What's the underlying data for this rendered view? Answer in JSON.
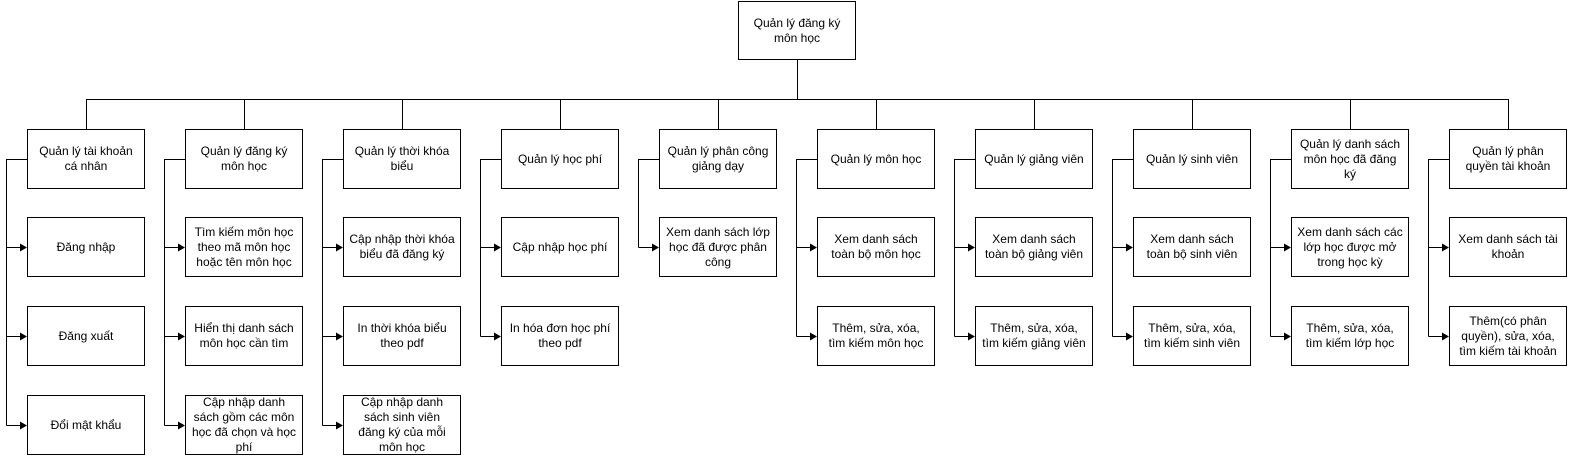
{
  "root": {
    "label": "Quản lý đăng ký môn học"
  },
  "columns": [
    {
      "header": "Quản lý tài khoản cá nhân",
      "children": [
        "Đăng nhập",
        "Đăng xuất",
        "Đổi mật khẩu"
      ]
    },
    {
      "header": "Quản lý đăng ký môn học",
      "children": [
        "Tìm kiếm môn học theo mã môn học hoặc tên môn học",
        "Hiển thị danh sách môn học cần tìm",
        "Cập nhập danh sách gồm các môn học đã chọn và học phí"
      ]
    },
    {
      "header": "Quản lý thời khóa biểu",
      "children": [
        "Cập nhập thời khóa biểu đã đăng ký",
        "In thời khóa biểu theo pdf",
        "Cập nhập danh sách sinh viên đăng ký của mỗi môn học"
      ]
    },
    {
      "header": "Quản lý học phí",
      "children": [
        "Cập nhập học phí",
        "In hóa đơn học phí theo pdf"
      ]
    },
    {
      "header": "Quản lý phân công giảng dạy",
      "children": [
        "Xem danh sách lớp học đã được phân công"
      ]
    },
    {
      "header": "Quản lý môn học",
      "children": [
        "Xem danh sách toàn bộ môn học",
        "Thêm, sửa, xóa, tìm kiếm môn học"
      ]
    },
    {
      "header": "Quản lý giảng viên",
      "children": [
        "Xem danh sách toàn bộ giảng viên",
        "Thêm, sửa, xóa, tìm kiếm giảng viên"
      ]
    },
    {
      "header": "Quản lý sinh viên",
      "children": [
        "Xem danh sách toàn bộ sinh viên",
        "Thêm, sửa, xóa, tìm kiếm sinh viên"
      ]
    },
    {
      "header": "Quản lý danh sách môn học đã đăng ký",
      "children": [
        "Xem danh sách các lớp học được mở trong học kỳ",
        "Thêm, sửa, xóa, tìm kiếm lớp học"
      ]
    },
    {
      "header": "Quản lý phân quyền tài khoản",
      "children": [
        "Xem danh sách tài khoản",
        "Thêm(có phân quyền), sửa, xóa, tìm kiếm tài khoản"
      ]
    }
  ]
}
